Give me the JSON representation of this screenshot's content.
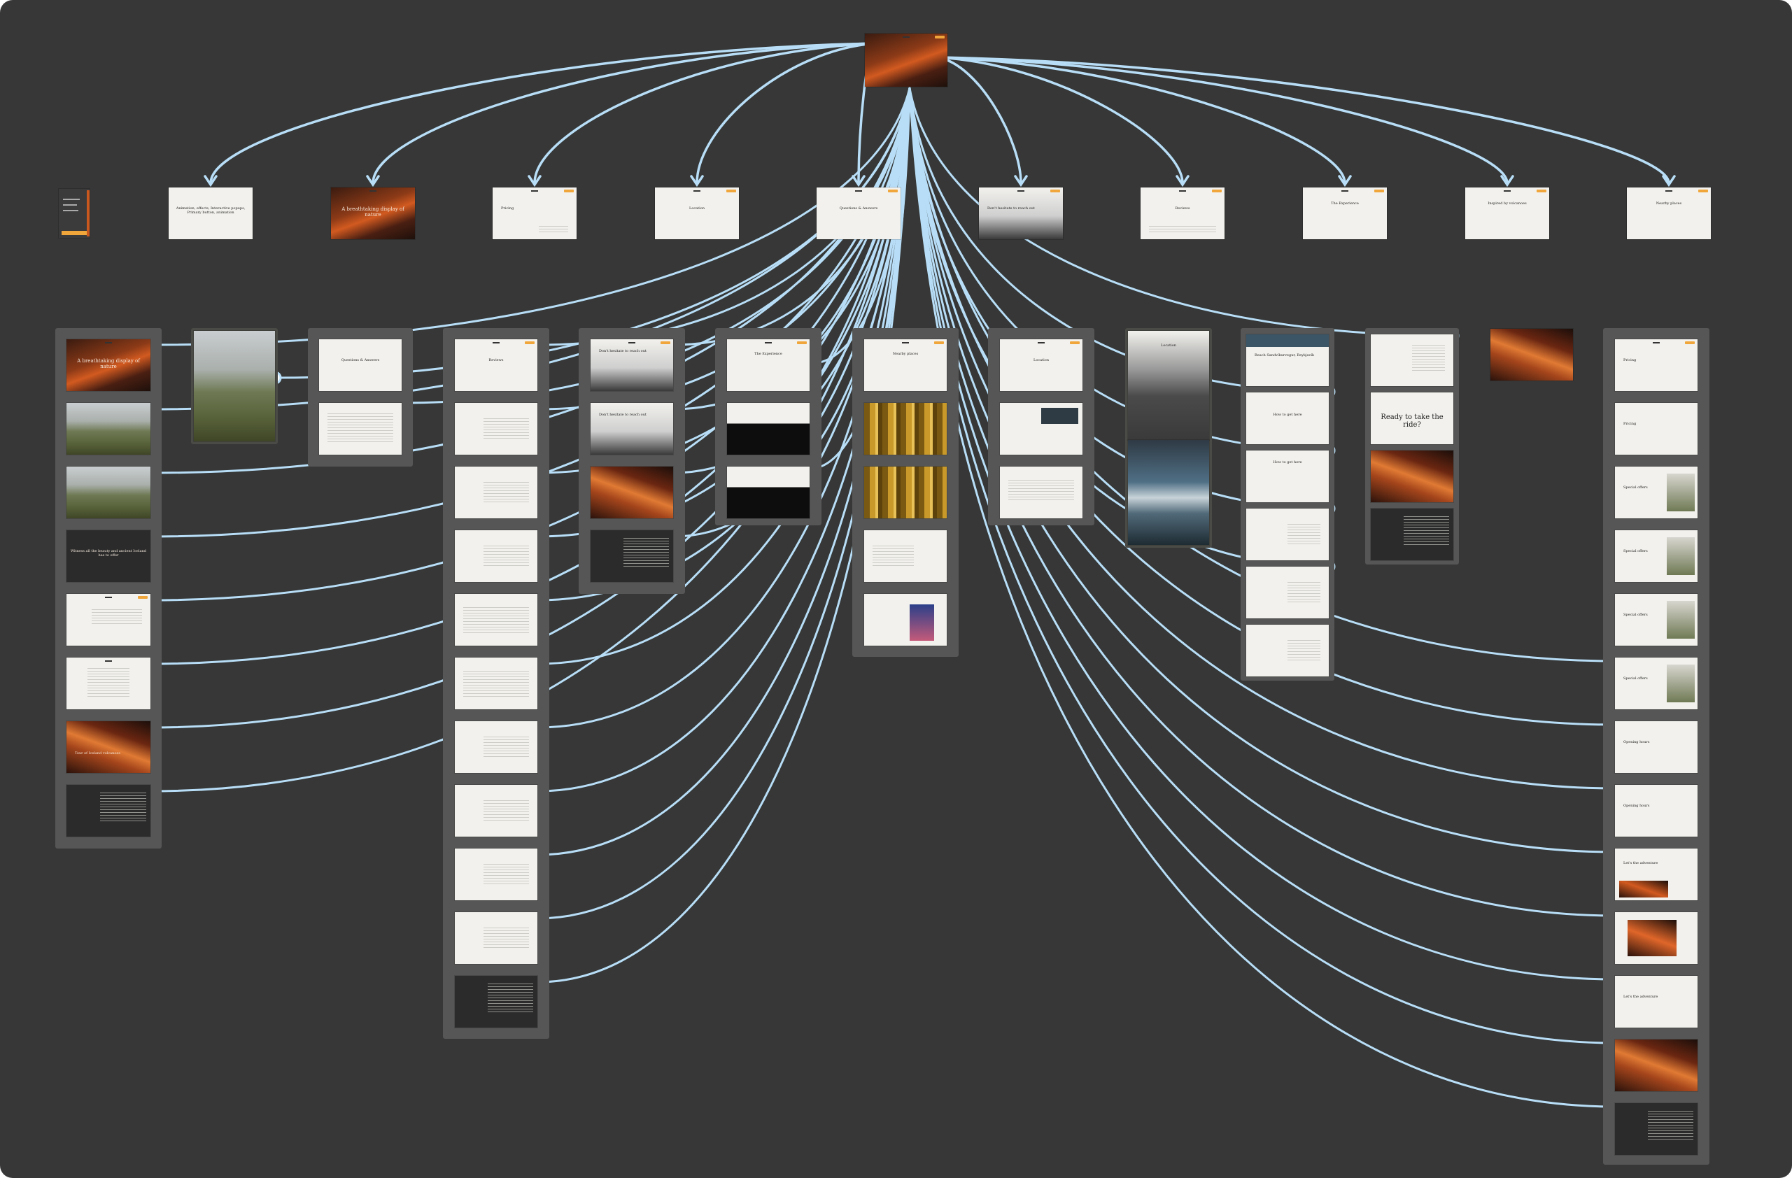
{
  "canvas": {
    "background": "#363736",
    "wire_color": "#b8def7",
    "flow_color": "#d6c2f5",
    "accent": "#f0a63b"
  },
  "root_frame": {
    "title": ""
  },
  "sections": [
    {
      "title": "Animation, effects, Interactive popups, Primary button, animation"
    },
    {
      "title": "A breathtaking display of nature"
    },
    {
      "title": "Pricing"
    },
    {
      "title": "Location"
    },
    {
      "title": "Questions & Answers"
    },
    {
      "title": "Don't hesitate to reach out"
    },
    {
      "title": "Reviews"
    },
    {
      "title": "The Experience"
    },
    {
      "title": "Inspired by volcanoes"
    },
    {
      "title": "Nearby places"
    }
  ],
  "column_labels": {
    "c1_top": "A breathtaking display of nature",
    "c1_mid": "Witness all the beauty and ancient Iceland has to offer",
    "c1_foot": "Tour of Iceland volcanoes",
    "c2_top": "Questions & Answers",
    "c3_top": "Reviews",
    "c4_top": "Don't hesitate to reach out",
    "c4_mid": "Don't hesitate to reach out",
    "c5_top": "The Experience",
    "c6_top": "Nearby places",
    "c7_top": "Location",
    "c8_top": "Location",
    "c9_top": "Reach Sandvíkurvegur, Reykjavík",
    "c9_mid1": "How to get here",
    "c9_mid2": "How to get here",
    "c10_mid": "Ready to take the ride?",
    "c12_top": "Pricing",
    "c12_r2": "Pricing",
    "c12_r3": "Special offers",
    "c12_r4": "Special offers",
    "c12_r5": "Special offers",
    "c12_r6": "Special offers",
    "c12_r7": "Opening hours",
    "c12_r8": "Opening hours",
    "c12_r9": "Let's the adventure",
    "c12_r11": "Let's the adventure"
  }
}
